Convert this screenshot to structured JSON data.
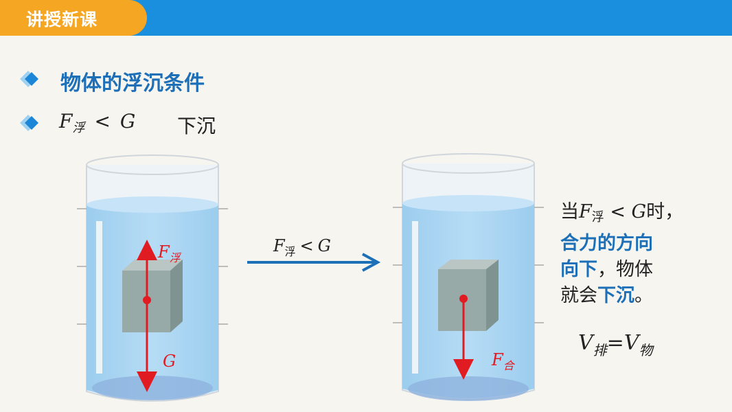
{
  "header": {
    "title": "讲授新课",
    "bar_color": "#1a8fde",
    "tab_color": "#f5a623"
  },
  "section": {
    "heading": "物体的浮沉条件",
    "condition": {
      "F": "F",
      "sub": "浮",
      "op": "<",
      "G": "G"
    },
    "state": "下沉"
  },
  "left_beaker": {
    "force_up": "F",
    "force_up_sub": "浮",
    "force_down": "G"
  },
  "arrow": {
    "F": "F",
    "sub": "浮",
    "op": "<",
    "G": "G"
  },
  "right_beaker": {
    "force_net": "F",
    "force_net_sub": "合"
  },
  "explanation": {
    "pre": "当",
    "F": "F",
    "sub": "浮",
    "op": " < ",
    "G": "G",
    "post": "时，",
    "highlight_1": "合力的方向",
    "highlight_2": "向下",
    "mid": "，物体",
    "pre_2": "就会",
    "highlight_3": "下沉",
    "end": "。"
  },
  "volume": {
    "V1": "V",
    "sub1": "排",
    "eq": "=",
    "V2": "V",
    "sub2": "物"
  },
  "colors": {
    "accent_blue": "#1d6fb8",
    "force_red": "#e11b22",
    "water": "#a9d4f2",
    "cube": "#98aaa8"
  }
}
